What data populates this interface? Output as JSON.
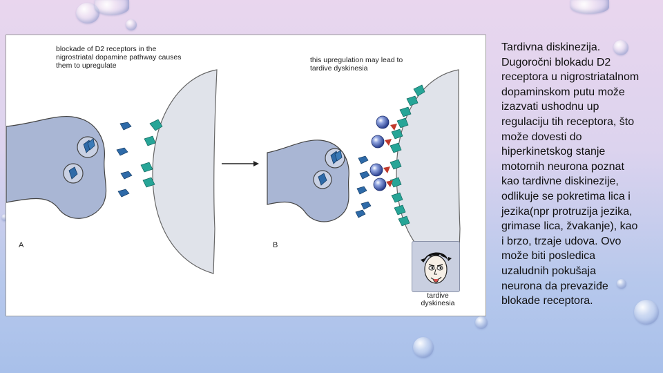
{
  "figure": {
    "caption_a": "blockade of D2 receptors in the nigrostriatal dopamine pathway causes them to upregulate",
    "caption_b": "this upregulation may lead to tardive dyskinesia",
    "panel_a_letter": "A",
    "panel_b_letter": "B",
    "face_caption": "tardive dyskinesia"
  },
  "body_text": "Tardivna diskinezija. Dugoročni blokadu D2 receptora u nigrostriatalnom dopaminskom putu može izazvati ushodnu up regulaciju tih receptora, što može dovesti do hiperkinetskog stanje motornih neurona poznat kao tardivne diskinezije, odlikuje se pokretima lica i jezika(npr protruzija jezika, grimase lica, žvakanje), kao i brzo, trzaje udova. Ovo može biti posledica uzaludnih pokušaja neurona da prevaziđe blokade receptora."
}
